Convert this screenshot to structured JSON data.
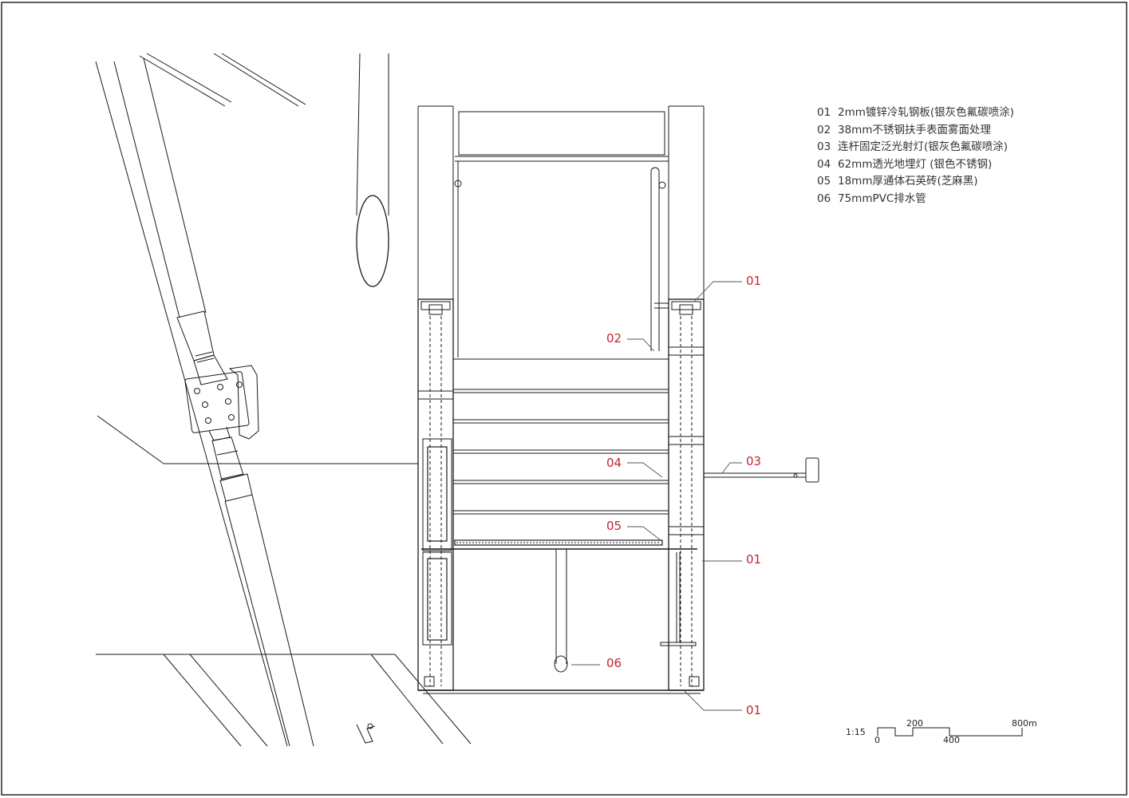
{
  "legend": [
    {
      "num": "01",
      "text": "2mm镀锌冷轧钢板(银灰色氟碳喷涂)"
    },
    {
      "num": "02",
      "text": "38mm不锈钢扶手表面雾面处理"
    },
    {
      "num": "03",
      "text": "连杆固定泛光射灯(银灰色氟碳喷涂)"
    },
    {
      "num": "04",
      "text": "62mm透光地埋灯 (银色不锈钢)"
    },
    {
      "num": "05",
      "text": "18mm厚通体石英砖(芝麻黑)"
    },
    {
      "num": "06",
      "text": "75mmPVC排水管"
    }
  ],
  "callouts": {
    "c01_top": "01",
    "c02": "02",
    "c03": "03",
    "c04": "04",
    "c05": "05",
    "c01_mid": "01",
    "c06": "06",
    "c01_bottom": "01"
  },
  "scale": {
    "ratio": "1:15",
    "t0": "0",
    "t200": "200",
    "t400": "400",
    "t800": "800m"
  },
  "colors": {
    "callout_red": "#c4242d",
    "line": "#1a1a1a",
    "legend_text": "#333333"
  }
}
